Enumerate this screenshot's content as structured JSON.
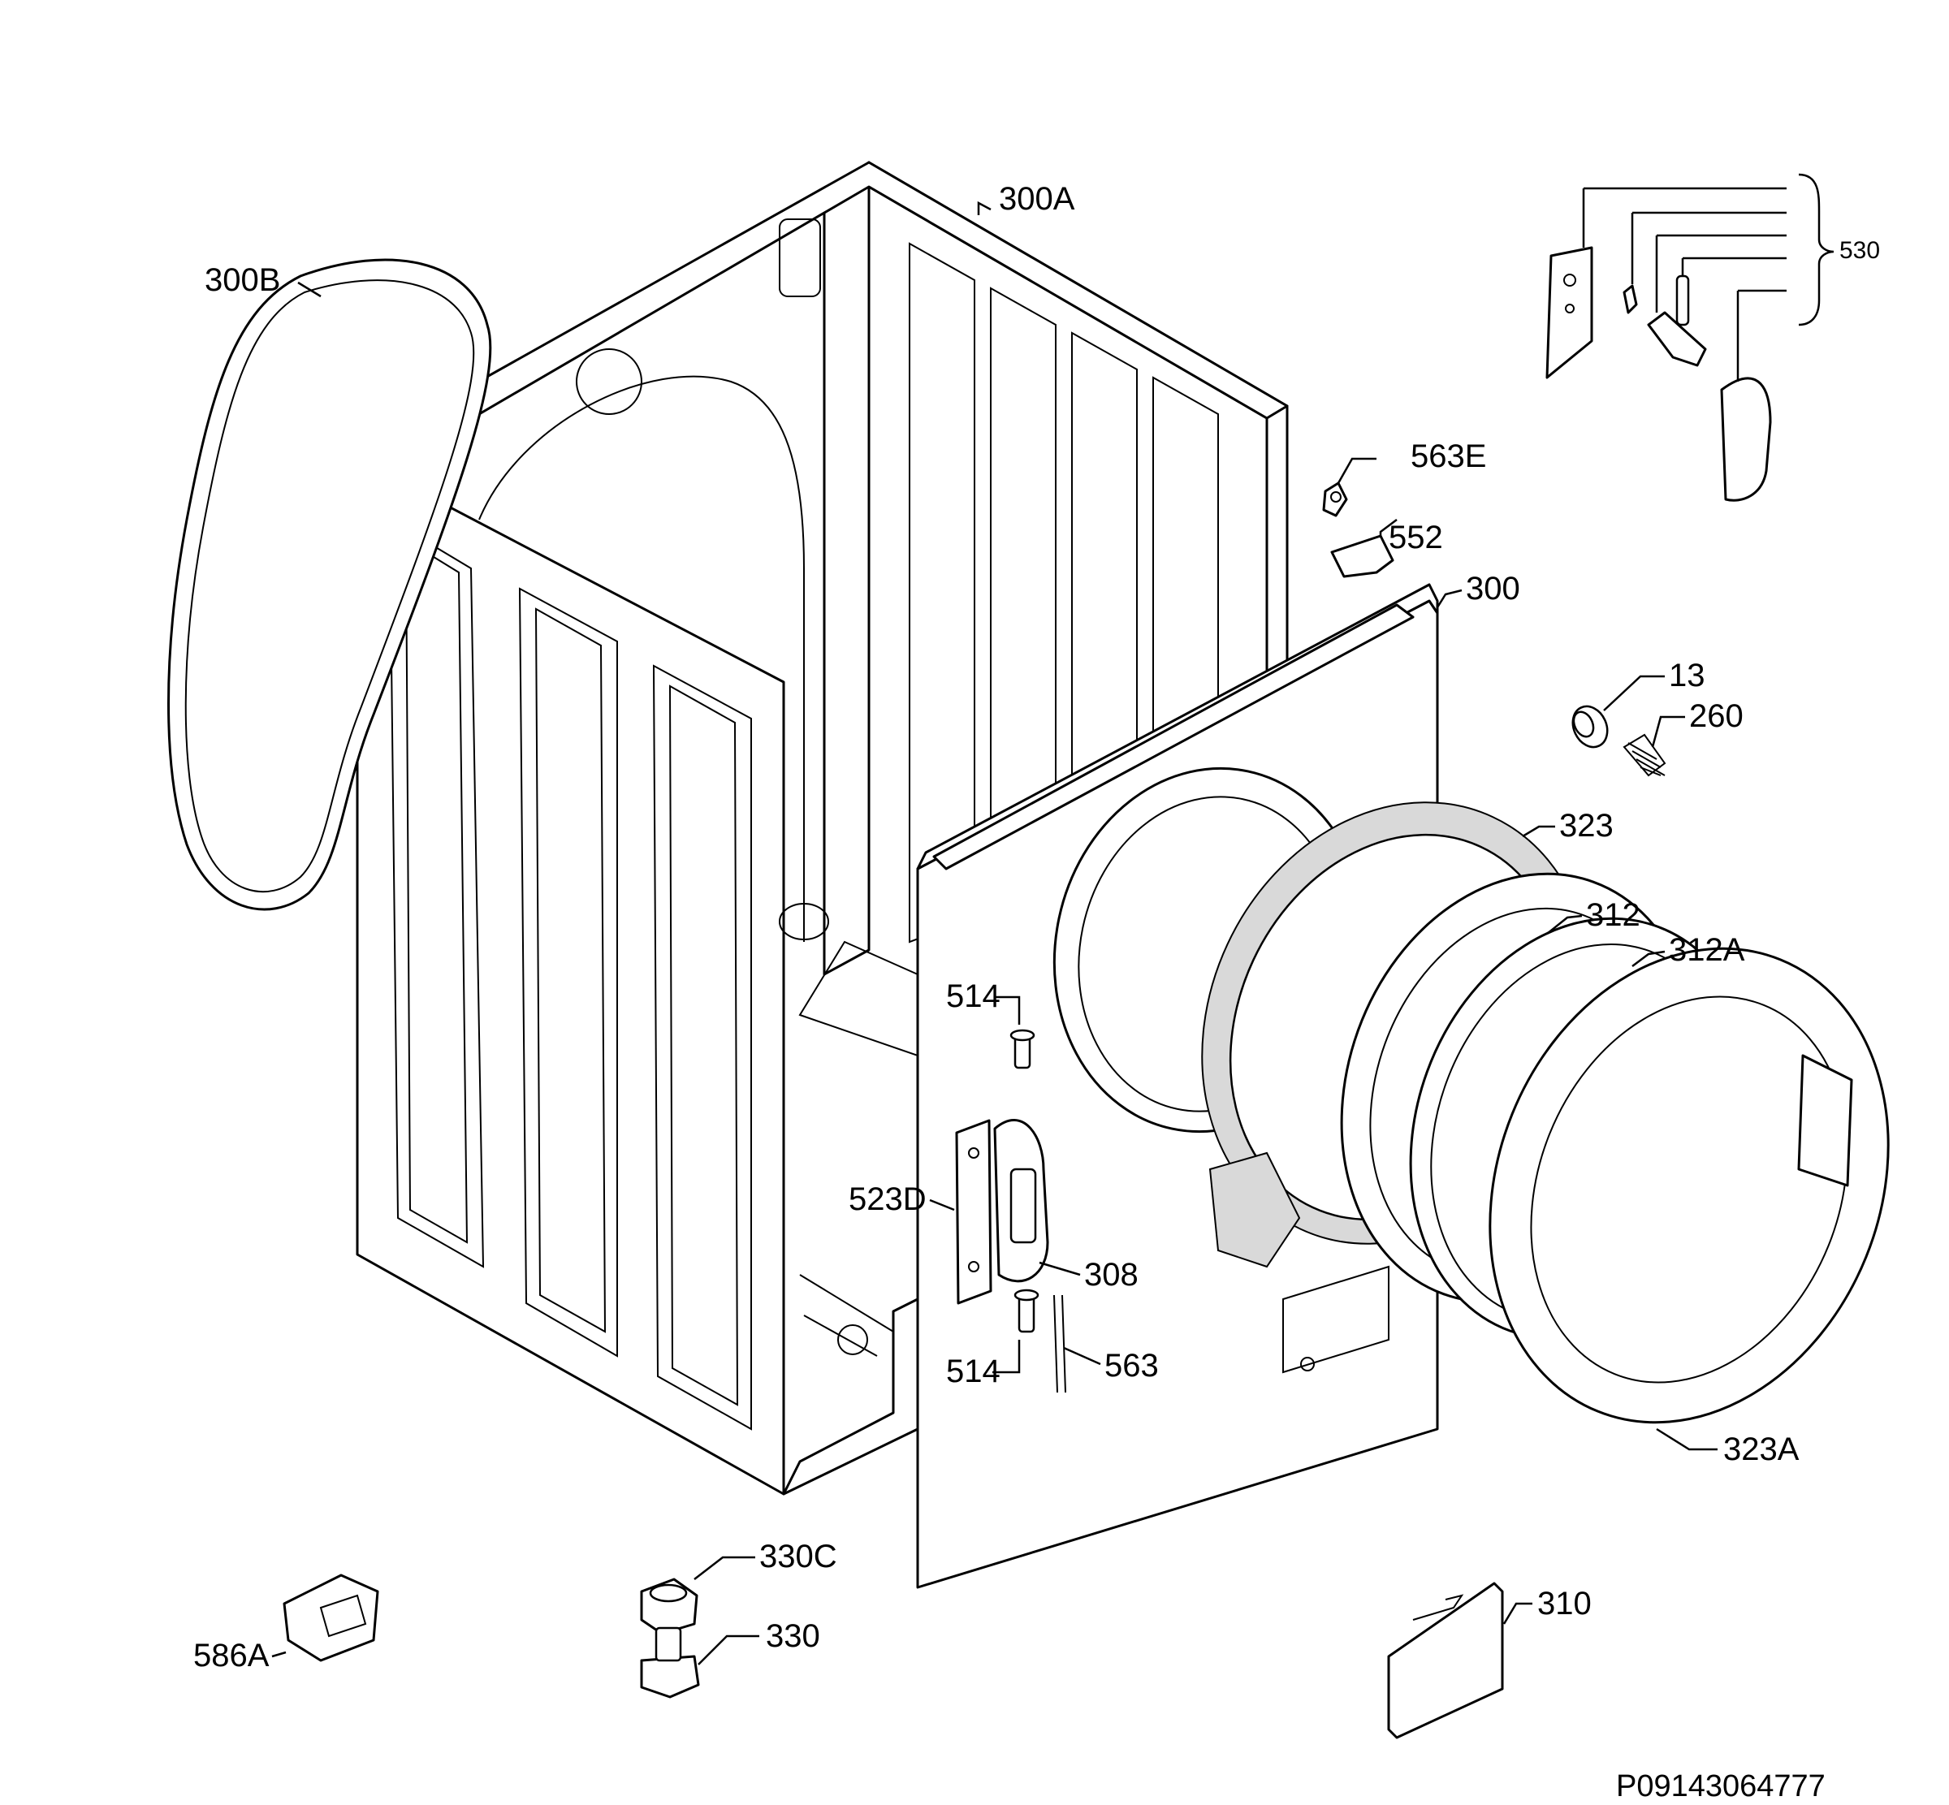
{
  "labels": {
    "l300A": "300A",
    "l300B": "300B",
    "l530": "530",
    "l563E": "563E",
    "l552": "552",
    "l300": "300",
    "l13": "13",
    "l260": "260",
    "l323": "323",
    "l312": "312",
    "l312A": "312A",
    "l514a": "514",
    "l523D": "523D",
    "l308": "308",
    "l514b": "514",
    "l563": "563",
    "l323A": "323A",
    "l330C": "330C",
    "l330": "330",
    "l586A": "586A",
    "l310": "310"
  },
  "drawing_code": "P09143064777"
}
